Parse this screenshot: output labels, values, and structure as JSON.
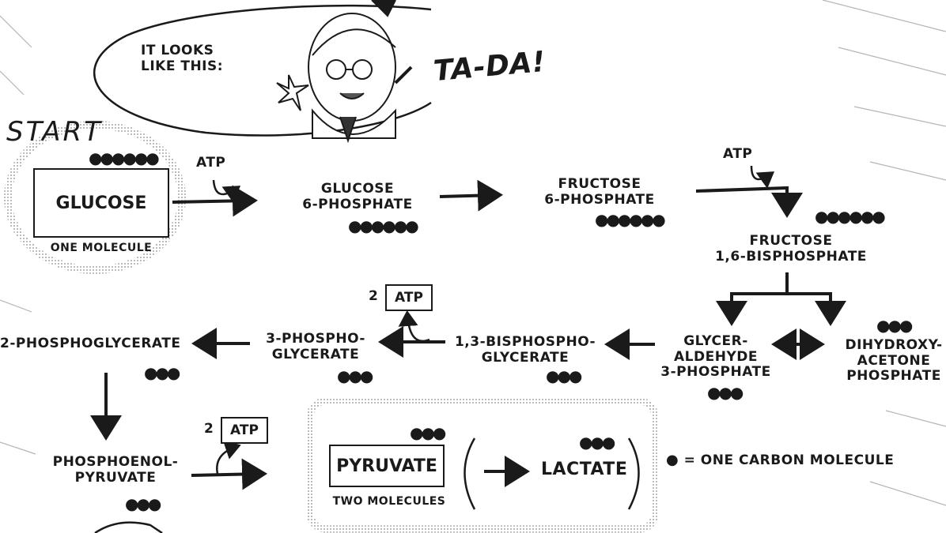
{
  "speech": {
    "line1": "IT LOOKS",
    "line2": "LIKE THIS:",
    "exclaim": "TA-DA!"
  },
  "start_label": "START",
  "carbon_dot": "●",
  "steps": {
    "glucose": "GLUCOSE",
    "glucose_note": "ONE MOLECULE",
    "atp1": "ATP",
    "g6p_1": "GLUCOSE",
    "g6p_2": "6-PHOSPHATE",
    "f6p_1": "FRUCTOSE",
    "f6p_2": "6-PHOSPHATE",
    "atp2": "ATP",
    "f16bp_1": "FRUCTOSE",
    "f16bp_2": "1,6-BISPHOSPHATE",
    "gap_1": "GLYCER-",
    "gap_2": "ALDEHYDE",
    "gap_3": "3-PHOSPHATE",
    "dhap_1": "DIHYDROXY-",
    "dhap_2": "ACETONE",
    "dhap_3": "PHOSPHATE",
    "bpg_1": "1,3-BISPHOSPHO-",
    "bpg_2": "GLYCERATE",
    "atp3_count": "2",
    "atp3": "ATP",
    "pg3_1": "3-PHOSPHO-",
    "pg3_2": "GLYCERATE",
    "pg2": "2-PHOSPHOGLYCERATE",
    "pep_1": "PHOSPHOENOL-",
    "pep_2": "PYRUVATE",
    "atp4_count": "2",
    "atp4": "ATP",
    "pyruvate": "PYRUVATE",
    "pyruvate_note": "TWO MOLECULES",
    "lactate": "LACTATE"
  },
  "legend": "= ONE CARBON MOLECULE"
}
